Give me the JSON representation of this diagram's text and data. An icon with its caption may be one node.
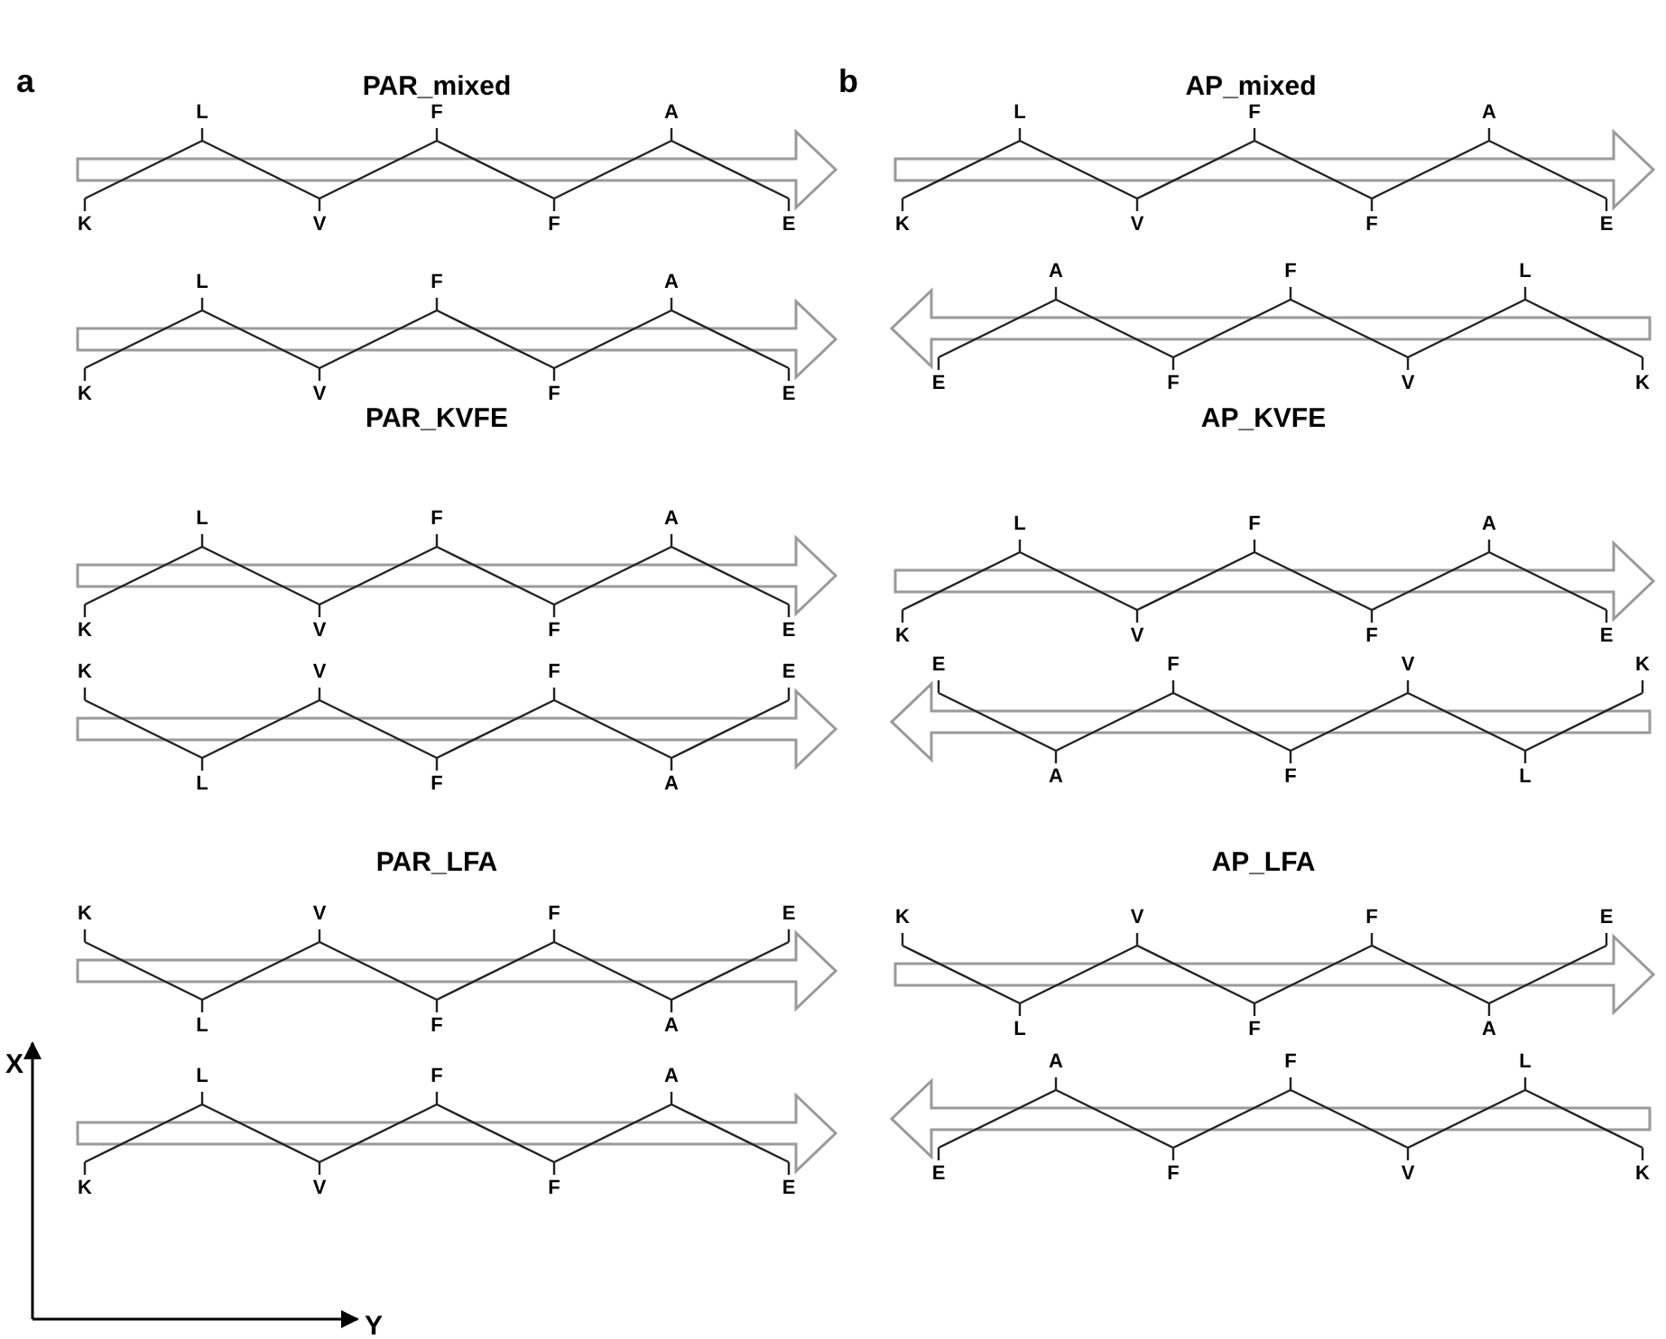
{
  "diagram": {
    "nodes": [
      {
        "text": [
          "K",
          "L",
          "V",
          "F",
          "F",
          "A",
          "E"
        ]
      },
      {
        "text": [
          "K",
          "L",
          "V",
          "F",
          "F",
          "A",
          "E"
        ]
      },
      {
        "text": [
          "K",
          "L",
          "V",
          "F",
          "F",
          "A",
          "E"
        ]
      },
      {
        "text": [
          "K",
          "L",
          "V",
          "F",
          "F",
          "A",
          "E"
        ]
      },
      {
        "text": [
          "K",
          "L",
          "V",
          "F",
          "F",
          "A",
          "E"
        ]
      },
      {
        "text": [
          "K",
          "L",
          "V",
          "F",
          "F",
          "A",
          "E"
        ]
      },
      {
        "text": [
          "K",
          "L",
          "V",
          "F",
          "F",
          "A",
          "E"
        ]
      },
      {
        "text": [
          "E",
          "A",
          "F",
          "F",
          "V",
          "L",
          "K"
        ]
      },
      {
        "text": [
          "K",
          "L",
          "V",
          "F",
          "F",
          "A",
          "E"
        ]
      },
      {
        "text": [
          "E",
          "A",
          "F",
          "F",
          "V",
          "L",
          "K"
        ]
      },
      {
        "text": [
          "K",
          "L",
          "V",
          "F",
          "F",
          "A",
          "E"
        ]
      },
      {
        "text": [
          "E",
          "A",
          "F",
          "F",
          "V",
          "L",
          "K"
        ]
      }
    ],
    "labels": [
      "a",
      "PAR_mixed",
      "b",
      "AP_mixed",
      "PAR_KVFE",
      "AP_KVFE",
      "PAR_LFA",
      "AP_LFA",
      "X",
      "Y"
    ]
  }
}
